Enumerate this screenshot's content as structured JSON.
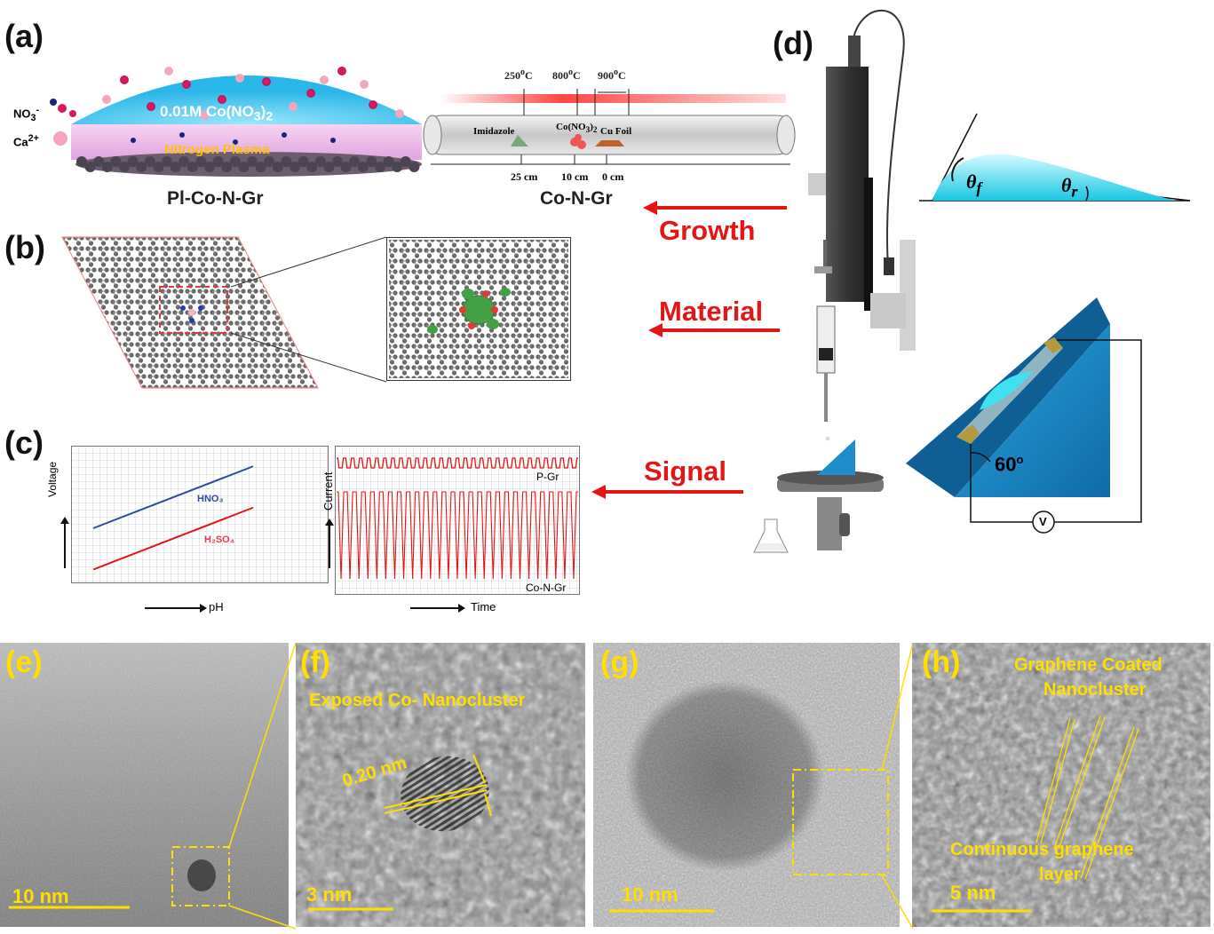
{
  "panels": {
    "a": {
      "label": "(a)",
      "legend_no3": "NO",
      "legend_no3_sub": "3",
      "legend_no3_sup": "-",
      "legend_ca": "Ca",
      "legend_ca_sup": "2+",
      "solution_text": "0.01M Co(NO",
      "solution_text_sub": "3",
      "solution_text_end": ")",
      "solution_text_sub2": "2",
      "plasma_text": "Nitrogen Plasma",
      "caption": "Pl-Co-N-Gr",
      "temp_250": "250",
      "temp_800": "800",
      "temp_900": "900",
      "temp_unit": "o",
      "temp_c": "C",
      "imidazole": "Imidazole",
      "cono3": "Co(NO",
      "cono3_sub": "3",
      "cono3_end": ")",
      "cono3_sub2": "2",
      "cufoil": "Cu Foil",
      "dist_25": "25 cm",
      "dist_10": "10 cm",
      "dist_0": "0 cm",
      "tube_caption": "Co-N-Gr"
    },
    "b": {
      "label": "(b)"
    },
    "c": {
      "label": "(c)",
      "left_y": "Voltage",
      "left_x": "pH",
      "hno3": "HNO₃",
      "h2so4": "H₂SO₄",
      "right_y": "Current",
      "right_x": "Time",
      "pgr": "P-Gr",
      "conngr": "Co-N-Gr"
    },
    "d": {
      "label": "(d)",
      "theta_f": "θ",
      "theta_f_sub": "f",
      "theta_r": "θ",
      "theta_r_sub": "r",
      "angle": "60",
      "angle_sup": "o",
      "voltmeter": "V"
    },
    "arrows": {
      "growth": "Growth",
      "material": "Material",
      "signal": "Signal"
    },
    "e": {
      "label": "(e)",
      "scale": "10 nm"
    },
    "f": {
      "label": "(f)",
      "title": "Exposed Co- Nanocluster",
      "spacing": "0.20 nm",
      "scale": "3 nm"
    },
    "g": {
      "label": "(g)",
      "scale": "10 nm"
    },
    "h": {
      "label": "(h)",
      "title1": "Graphene Coated",
      "title2": "Nanocluster",
      "bottom1": "Continuous graphene",
      "bottom2": "layer",
      "scale": "5 nm"
    }
  },
  "colors": {
    "red": "#e41515",
    "blue_line": "#2b4ea2",
    "yellow": "#ffde00",
    "prism": "#1f8ccc"
  },
  "chart_data": [
    {
      "type": "line",
      "xlabel": "pH",
      "ylabel": "Voltage",
      "series": [
        {
          "name": "HNO₃",
          "x": [
            0,
            1
          ],
          "values": [
            0.4,
            0.85
          ]
        },
        {
          "name": "H₂SO₄",
          "x": [
            0,
            1
          ],
          "values": [
            0.1,
            0.55
          ]
        }
      ]
    },
    {
      "type": "line",
      "xlabel": "Time",
      "ylabel": "Current",
      "series": [
        {
          "name": "P-Gr",
          "pattern": "small periodic pulses",
          "cycles": 30
        },
        {
          "name": "Co-N-Gr",
          "pattern": "large periodic pulses",
          "cycles": 27
        }
      ]
    }
  ]
}
